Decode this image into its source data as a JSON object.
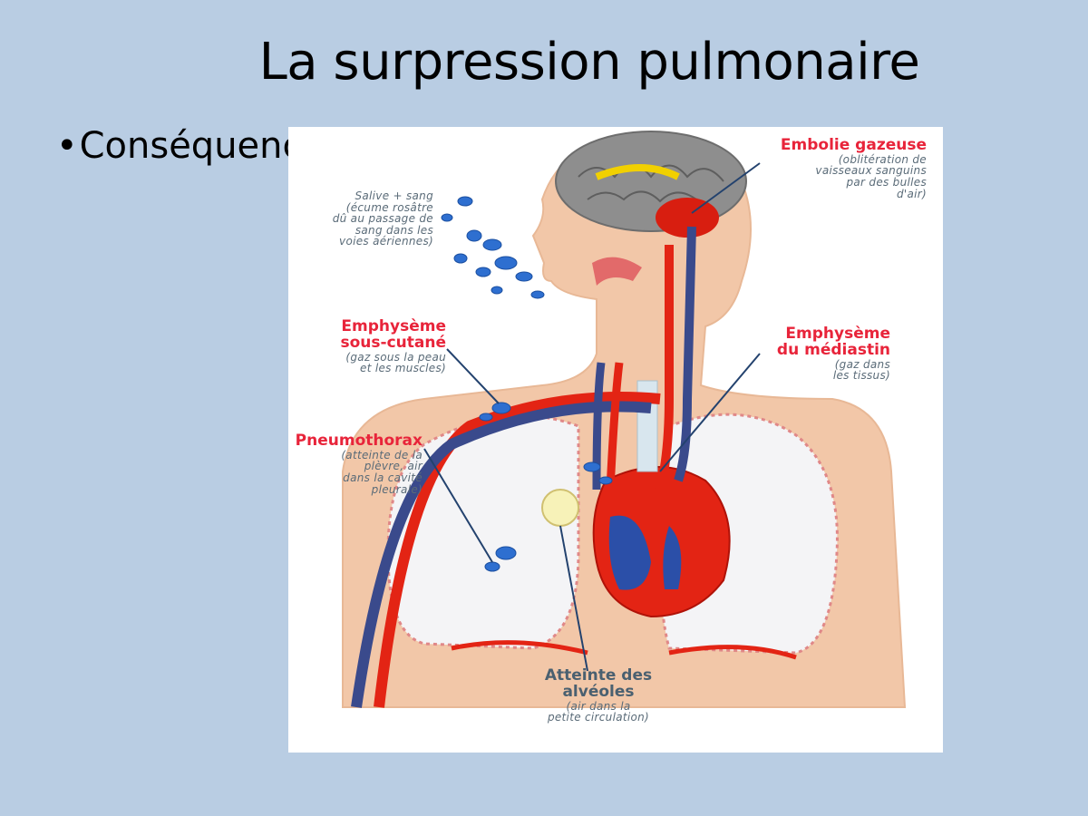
{
  "title": "La surpression pulmonaire",
  "bullet": {
    "marker": "•",
    "text": "Conséquences"
  },
  "labels": {
    "embolie": {
      "heading": "Embolie gazeuse",
      "lines": [
        "(oblitération de",
        "vaisseaux sanguins",
        "par des bulles",
        "d'air)"
      ]
    },
    "salive": {
      "lines": [
        "Salive + sang",
        "(écume rosâtre",
        "dû au passage de",
        "sang dans les",
        "voies aériennes)"
      ]
    },
    "emphyseme_sc": {
      "heading_lines": [
        "Emphysème",
        "sous-cutané"
      ],
      "lines": [
        "(gaz sous la peau",
        "et les muscles)"
      ]
    },
    "emphyseme_med": {
      "heading_lines": [
        "Emphysème",
        "du médiastin"
      ],
      "lines": [
        "(gaz dans",
        "les tissus)"
      ]
    },
    "pneumothorax": {
      "heading": "Pneumothorax",
      "lines": [
        "(atteinte de la",
        "plèvre, air",
        "dans la cavité",
        "pleurale)"
      ]
    },
    "alveoles": {
      "heading_lines": [
        "Atteinte des",
        "alvéoles"
      ],
      "lines": [
        "(air dans la",
        "petite circulation)"
      ]
    }
  },
  "colors": {
    "background": "#b9cde3",
    "skin": "#f2c7a8",
    "artery": "#e32414",
    "vein": "#3a4a8c",
    "lung": "#f4f4f6",
    "label_red": "#e8243a",
    "label_grey": "#5a6b78"
  }
}
